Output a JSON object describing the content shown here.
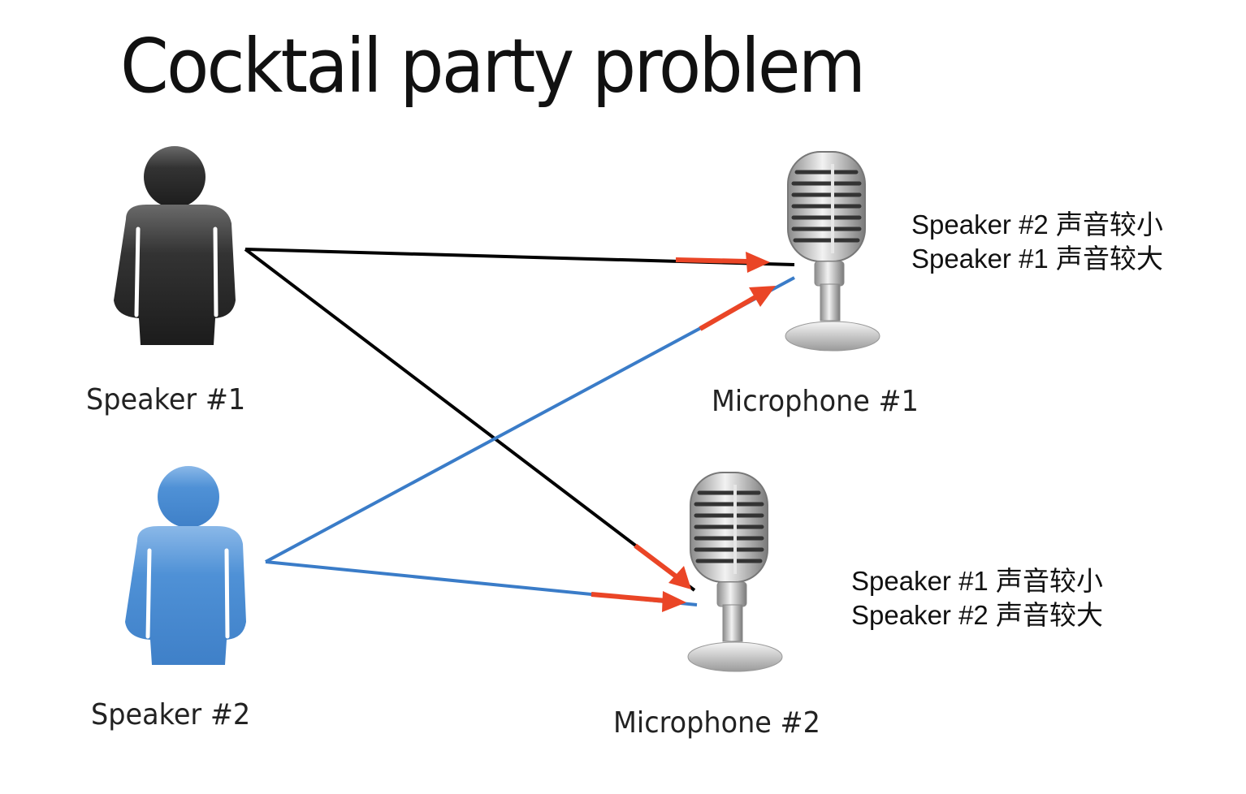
{
  "title": "Cocktail party problem",
  "speakers": [
    {
      "label": "Speaker #1",
      "color": "#2b2b2b"
    },
    {
      "label": "Speaker #2",
      "color": "#4a8fd6"
    }
  ],
  "microphones": [
    {
      "label": "Microphone #1",
      "notes": [
        "Speaker #2 声音较小",
        "Speaker #1 声音较大"
      ]
    },
    {
      "label": "Microphone #2",
      "notes": [
        "Speaker #1 声音较小",
        "Speaker #2 声音较大"
      ]
    }
  ],
  "connections": [
    {
      "from": "Speaker #1",
      "to": "Microphone #1",
      "color": "#000000"
    },
    {
      "from": "Speaker #1",
      "to": "Microphone #2",
      "color": "#000000"
    },
    {
      "from": "Speaker #2",
      "to": "Microphone #1",
      "color": "#3a7cc8"
    },
    {
      "from": "Speaker #2",
      "to": "Microphone #2",
      "color": "#3a7cc8"
    }
  ],
  "arrow_color": "#ea4526"
}
